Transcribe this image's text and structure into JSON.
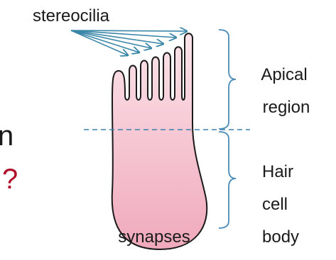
{
  "labels": {
    "stereocilia": "stereocilia",
    "synapses": "synapses",
    "apical_line1": "Apical",
    "apical_line2": "region",
    "body_line1": "Hair",
    "body_line2": "cell",
    "body_line3": "body",
    "partial_n": "n",
    "partial_q": "?"
  },
  "colors": {
    "cell_fill_top": "#fbe4ea",
    "cell_fill_bottom": "#f0a9bb",
    "outline": "#1a1a1a",
    "arrow": "#3a86a8",
    "brace": "#4a8bb8",
    "divider": "#3a7fb0",
    "question_mark": "#b0102a"
  }
}
